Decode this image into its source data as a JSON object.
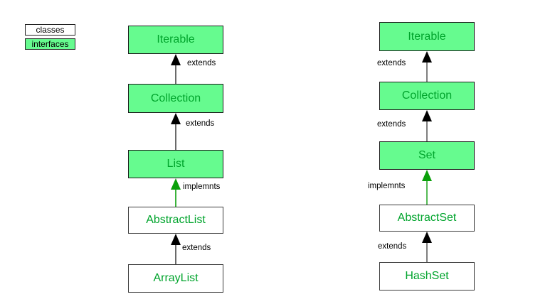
{
  "legend": {
    "classes_label": "classes",
    "interfaces_label": "interfaces"
  },
  "colors": {
    "interface_fill": "#66fb8f",
    "node_text_green": "#00a42c",
    "extends_arrow": "#000000",
    "implements_arrow": "#0aa00a",
    "background": "#ffffff"
  },
  "diagram": {
    "left": {
      "nodes": [
        {
          "label": "Iterable",
          "type": "interface"
        },
        {
          "label": "Collection",
          "type": "interface"
        },
        {
          "label": "List",
          "type": "interface"
        },
        {
          "label": "AbstractList",
          "type": "class"
        },
        {
          "label": "ArrayList",
          "type": "class"
        }
      ],
      "edges": [
        {
          "label": "extends",
          "type": "extends",
          "from": "Collection",
          "to": "Iterable"
        },
        {
          "label": "extends",
          "type": "extends",
          "from": "List",
          "to": "Collection"
        },
        {
          "label": "implemnts",
          "type": "implements",
          "from": "AbstractList",
          "to": "List"
        },
        {
          "label": "extends",
          "type": "extends",
          "from": "ArrayList",
          "to": "AbstractList"
        }
      ]
    },
    "right": {
      "nodes": [
        {
          "label": "Iterable",
          "type": "interface"
        },
        {
          "label": "Collection",
          "type": "interface"
        },
        {
          "label": "Set",
          "type": "interface"
        },
        {
          "label": "AbstractSet",
          "type": "class"
        },
        {
          "label": "HashSet",
          "type": "class"
        }
      ],
      "edges": [
        {
          "label": "extends",
          "type": "extends",
          "from": "Collection",
          "to": "Iterable"
        },
        {
          "label": "extends",
          "type": "extends",
          "from": "Set",
          "to": "Collection"
        },
        {
          "label": "implemnts",
          "type": "implements",
          "from": "AbstractSet",
          "to": "Set"
        },
        {
          "label": "extends",
          "type": "extends",
          "from": "HashSet",
          "to": "AbstractSet"
        }
      ]
    }
  }
}
